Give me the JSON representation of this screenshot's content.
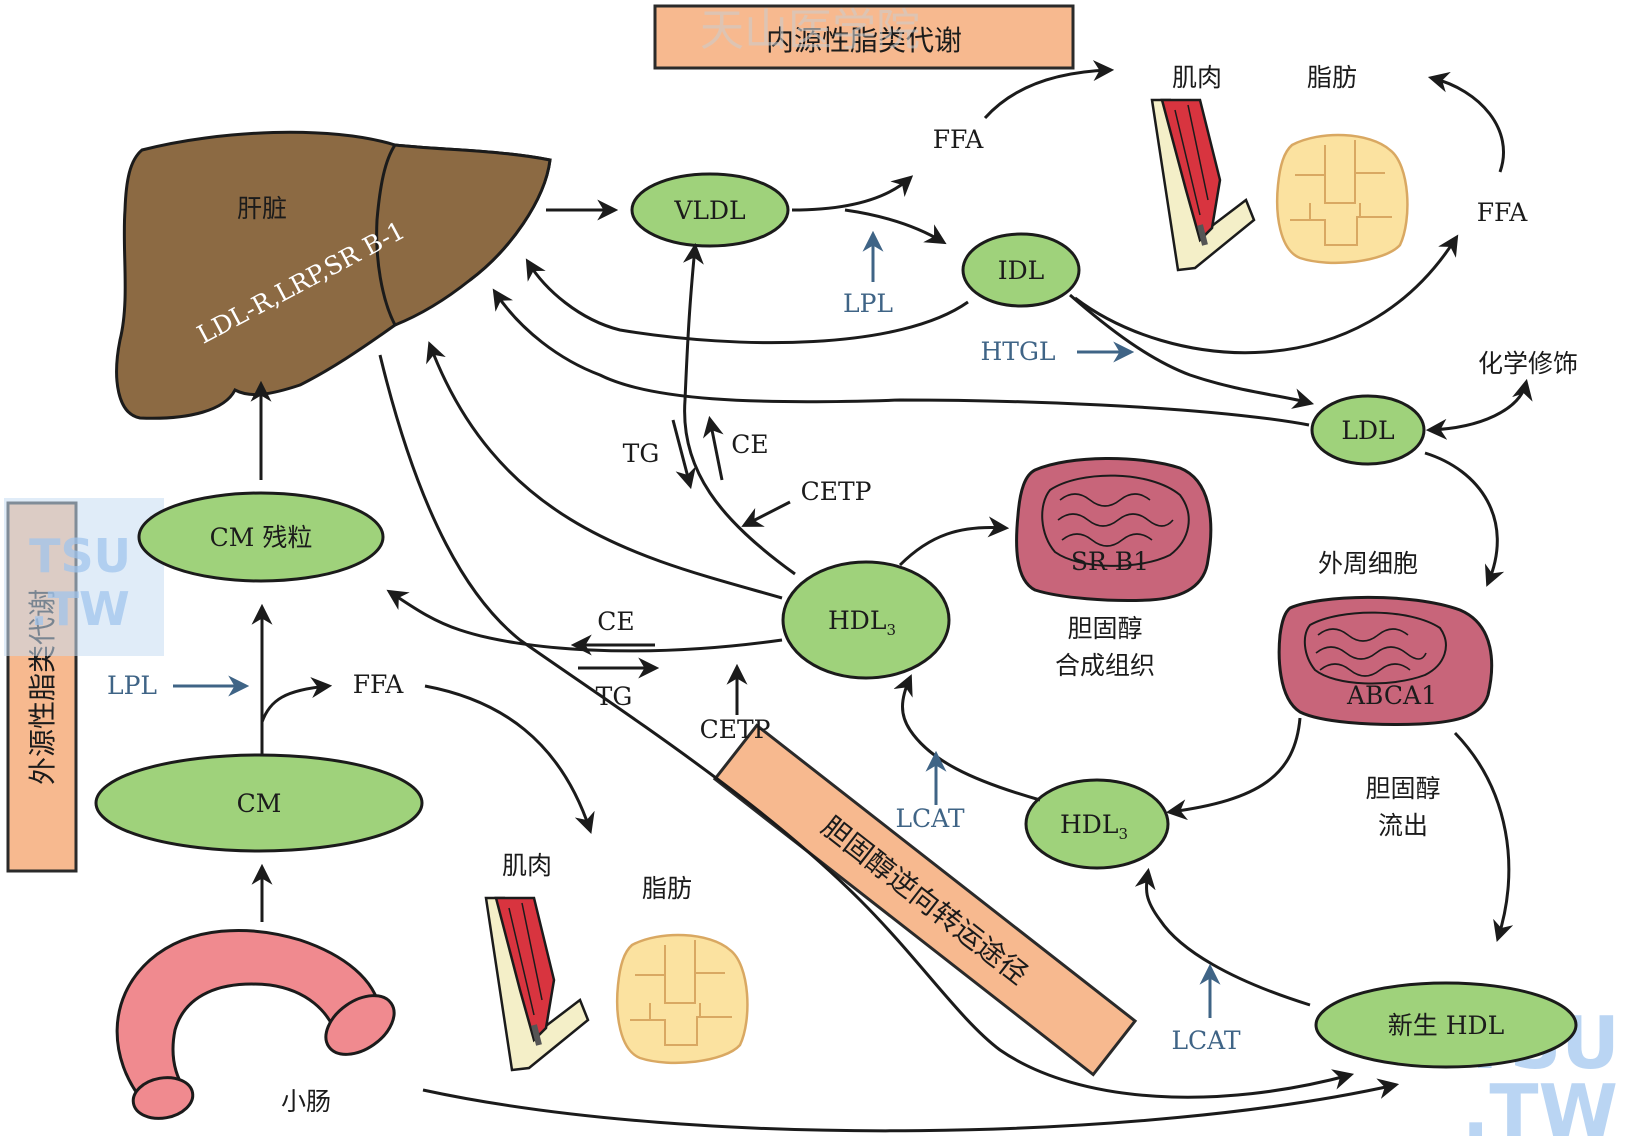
{
  "titles": {
    "endogenous": "内源性脂类代谢",
    "exogenous": "外源性脂类代谢",
    "reverse": "胆固醇逆向转运途径"
  },
  "organs": {
    "liver": "肝脏",
    "liver_receptors": "LDL-R,LRP,SR B-1",
    "muscle_top": "肌肉",
    "fat_top": "脂肪",
    "muscle_bottom": "肌肉",
    "fat_bottom": "脂肪",
    "intestine": "小肠",
    "srb1": "SR B1",
    "srb1_caption_1": "胆固醇",
    "srb1_caption_2": "合成组织",
    "peripheral": "外周细胞",
    "abca1": "ABCA1",
    "efflux_1": "胆固醇",
    "efflux_2": "流出",
    "chemical_mod": "化学修饰"
  },
  "nodes": {
    "vldl": "VLDL",
    "idl": "IDL",
    "ldl": "LDL",
    "cm_remnant": "CM 残粒",
    "cm": "CM",
    "hdl3_upper": "HDL",
    "hdl3_upper_sub": "3",
    "hdl3_lower": "HDL",
    "hdl3_lower_sub": "3",
    "nascent_hdl": "新生 HDL"
  },
  "labels": {
    "ffa_top": "FFA",
    "ffa_right": "FFA",
    "ffa_bottom": "FFA",
    "lpl_top": "LPL",
    "lpl_left": "LPL",
    "htgl": "HTGL",
    "tg_mid": "TG",
    "ce_mid": "CE",
    "cetp_mid": "CETP",
    "ce_left": "CE",
    "tg_left": "TG",
    "cetp_low": "CETP",
    "lcat_mid": "LCAT",
    "lcat_low": "LCAT"
  },
  "watermarks": {
    "top": "天山医学院",
    "left_1": "TSU",
    "left_2": ".TW",
    "right_1": "TSU",
    "right_2": ".TW"
  },
  "colors": {
    "node_green": "#9fd27b",
    "liver_brown": "#8c6a43",
    "cell_pink": "#c8657a",
    "enzyme_blue": "#3f6486",
    "title_orange": "#f7b98f"
  }
}
